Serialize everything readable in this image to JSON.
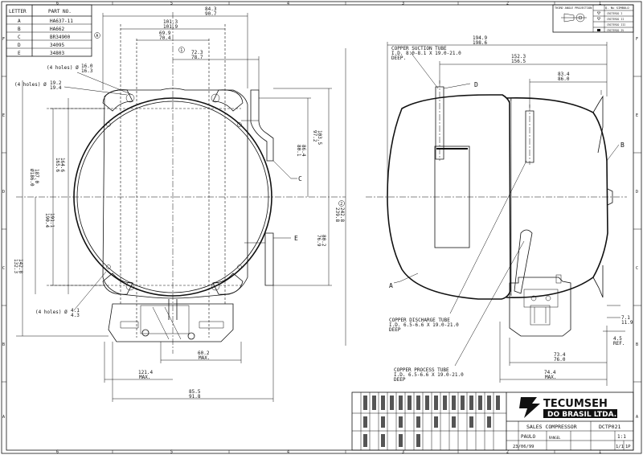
{
  "border": {
    "col_numbers": [
      "6",
      "5",
      "4",
      "3",
      "2",
      "1"
    ],
    "row_letters": [
      "F",
      "E",
      "D",
      "C",
      "B",
      "A"
    ]
  },
  "parts_table": {
    "headers": [
      "LETTER",
      "PART NO."
    ],
    "rows": [
      {
        "letter": "A",
        "part": "HA637-11"
      },
      {
        "letter": "B",
        "part": "HA662"
      },
      {
        "letter": "C",
        "part": "BR34900"
      },
      {
        "letter": "D",
        "part": "34095"
      },
      {
        "letter": "E",
        "part": "34803"
      }
    ],
    "revision_mark": "A"
  },
  "projection_box": {
    "title": "THIRD ANGLE PROJECTION",
    "symbol_title": "Q. Nu SIMBOLO",
    "rows": [
      "CRITERIO I",
      "CRITERIO II",
      "CRITERIO III",
      "CRITERIO IV"
    ]
  },
  "front_view": {
    "dims": {
      "d_84": [
        "84.3",
        "90.7"
      ],
      "d_101": [
        "101.3",
        "101.9"
      ],
      "d_69": [
        "69.9",
        "70.4"
      ],
      "d_72": [
        "72.3",
        "78.7"
      ],
      "holes_16": "(4 holes) Ø",
      "holes_16_vals": [
        "16.0",
        "16.3"
      ],
      "holes_19": "(4 holes) Ø",
      "holes_19_vals": [
        "19.2",
        "19.4"
      ],
      "d_164": [
        "164.6",
        "165.6"
      ],
      "d_190": [
        "190.4",
        "191.1"
      ],
      "d_186": [
        "Ø186.0",
        "187.0"
      ],
      "d_132": [
        "132.3",
        "142.8"
      ],
      "d_97": [
        "97.2",
        "103.5"
      ],
      "d_80": [
        "80.1",
        "86.4"
      ],
      "d_76": [
        "76.9",
        "80.2"
      ],
      "d_239": [
        "239.8",
        "242.8"
      ],
      "holes_4": "(4 holes) Ø",
      "holes_4_vals": [
        "4.1",
        "4.3"
      ],
      "d_60": [
        "60.2",
        "MAX."
      ],
      "d_121": [
        "121.4",
        "MAX."
      ],
      "d_85": [
        "85.5",
        "91.8"
      ],
      "circle_1": "1",
      "circle_2": "2"
    },
    "labels": {
      "c": "C",
      "e": "E"
    }
  },
  "side_view": {
    "dims": {
      "d_194": [
        "194.9",
        "198.6"
      ],
      "d_152": [
        "152.3",
        "156.5"
      ],
      "d_83": [
        "83.4",
        "86.0"
      ],
      "d_7": [
        "7.1",
        "11.9"
      ],
      "d_4": [
        "4.5",
        "REF."
      ],
      "d_73": [
        "73.4",
        "76.0"
      ],
      "d_74": [
        "74.4",
        "MAX."
      ]
    },
    "labels": {
      "a": "A",
      "b": "B",
      "d": "D"
    },
    "notes": {
      "suction": [
        "COPPER SUCTION TUBE",
        "I.D. 8.0-8.1 X 19.0-21.0",
        "DEEP."
      ],
      "discharge": [
        "COPPER DISCHARGE TUBE",
        "I.D. 6.5-6.6 X 19.0-21.0",
        "DEEP"
      ],
      "process": [
        "COPPER PROCESS TUBE",
        "I.D. 6.5-6.6 X 19.0-21.0",
        "DEEP"
      ]
    }
  },
  "title_block": {
    "company_1": "TECUMSEH",
    "company_2": "DO BRASIL LTDA.",
    "title": "SALES COMPRESSOR",
    "drawing_no": "DCTP021",
    "drawn_by": "PAULO",
    "date": "23/06/99",
    "checked_by": "RANGEL",
    "scale": "1:1",
    "sheet": "1/1",
    "size": "1P"
  }
}
